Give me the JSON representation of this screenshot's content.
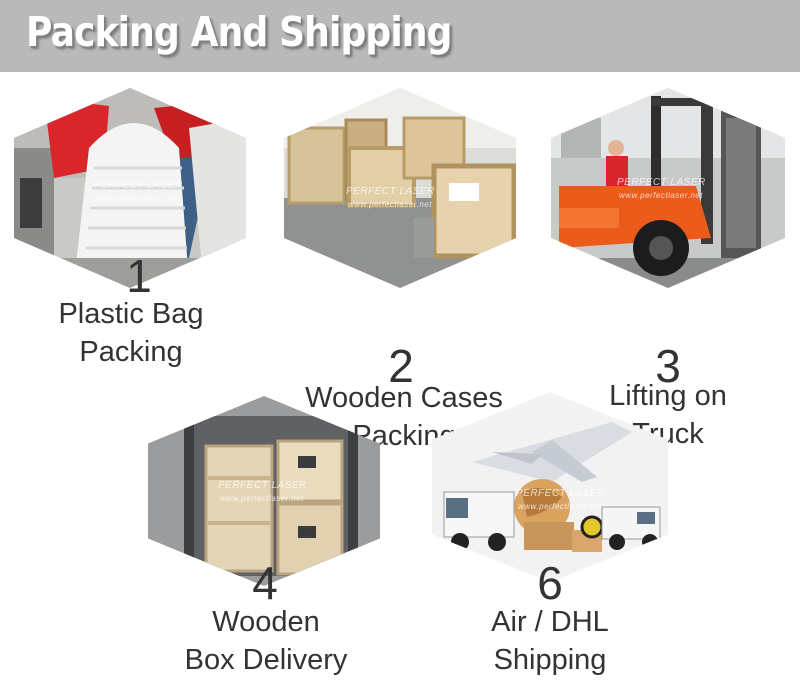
{
  "header": {
    "title": "Packing And Shipping"
  },
  "watermark": {
    "brand": "PERFECT LASER",
    "site": "www.perfectlaser.net"
  },
  "steps": [
    {
      "number": "1",
      "lines": [
        "Plastic Bag",
        "Packing"
      ]
    },
    {
      "number": "2",
      "lines": [
        "Wooden Cases",
        "Packing"
      ]
    },
    {
      "number": "3",
      "lines": [
        "Lifting on",
        "Truck"
      ]
    },
    {
      "number": "4",
      "lines": [
        "Wooden",
        "Box Delivery"
      ]
    },
    {
      "number": "6",
      "lines": [
        "Air / DHL",
        "Shipping"
      ]
    }
  ]
}
